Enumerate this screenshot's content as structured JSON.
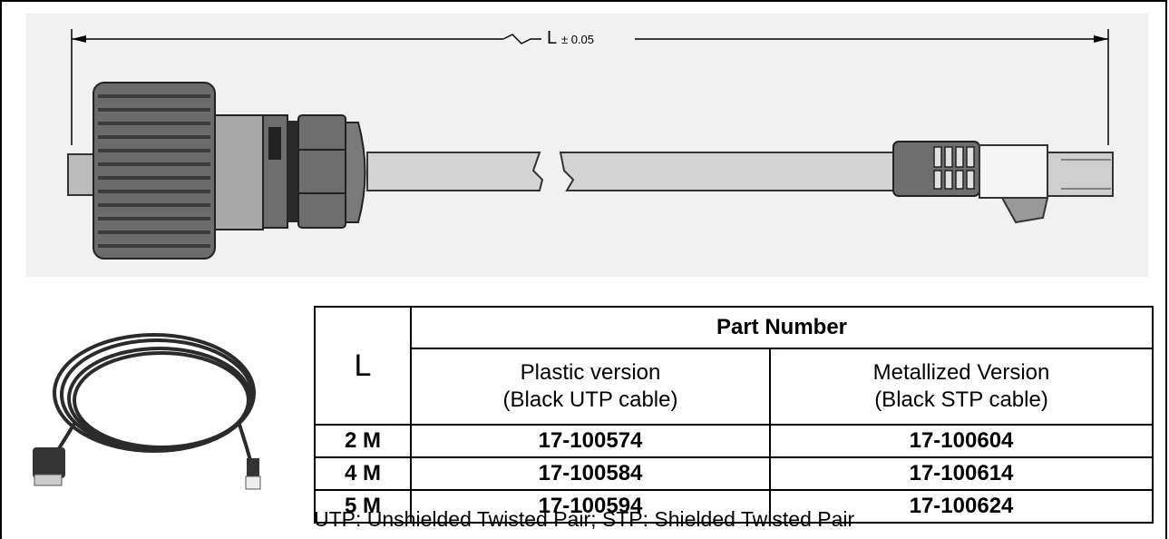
{
  "dimension": {
    "symbol": "L",
    "tolerance": "± 0.05"
  },
  "table": {
    "l_header": "L",
    "part_number_header": "Part Number",
    "plastic": {
      "line1": "Plastic version",
      "line2": "(Black UTP cable)"
    },
    "metallized": {
      "line1": "Metallized Version",
      "line2": "(Black STP cable)"
    },
    "rows": [
      {
        "length": "2 M",
        "plastic": "17-100574",
        "metallized": "17-100604"
      },
      {
        "length": "4 M",
        "plastic": "17-100584",
        "metallized": "17-100614"
      },
      {
        "length": "5 M",
        "plastic": "17-100594",
        "metallized": "17-100624"
      }
    ]
  },
  "footnote": "UTP: Unshielded Twisted Pair; STP: Shielded Twisted Pair",
  "colors": {
    "drawing_background": "#f1f1f1",
    "cable_gray": "#d4d4d4",
    "connector_dark": "#6b6b6b"
  }
}
